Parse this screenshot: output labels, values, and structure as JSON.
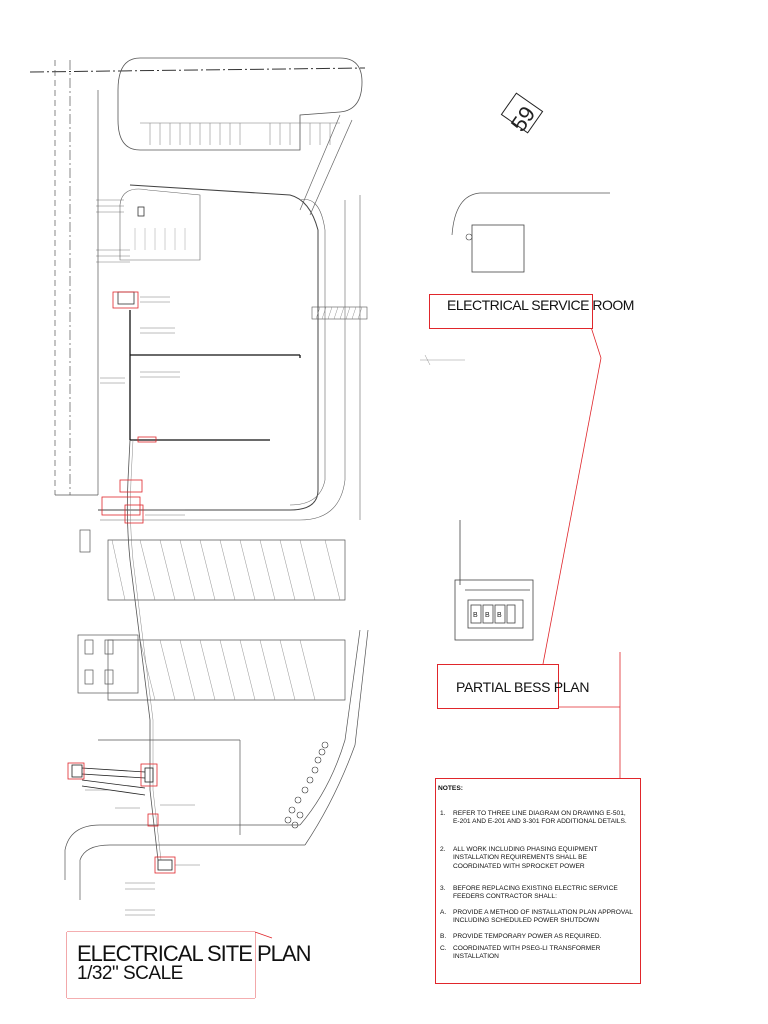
{
  "labels": {
    "service_room": "ELECTRICAL SERVICE ROOM",
    "partial_bess": "PARTIAL BESS PLAN",
    "title_line1": "ELECTRICAL SITE PLAN",
    "title_line2": "1/32\" SCALE",
    "building_number": "59"
  },
  "notes": {
    "header": "NOTES:",
    "items": [
      {
        "num": "1.",
        "text": "REFER TO THREE LINE DIAGRAM ON DRAWING E-501, E-201 AND E-201 AND 3-301 FOR ADDITIONAL DETAILS."
      },
      {
        "num": "2.",
        "text": "ALL WORK INCLUDING PHASING EQUIPMENT INSTALLATION REQUIREMENTS SHALL BE COORDINATED WITH SPROCKET POWER"
      },
      {
        "num": "3.",
        "text": "BEFORE REPLACING EXISTING ELECTRIC SERVICE FEEDERS CONTRACTOR SHALL:"
      },
      {
        "num": "A.",
        "text": "PROVIDE A METHOD OF INSTALLATION PLAN APPROVAL INCLUDING SCHEDULED POWER SHUTDOWN"
      },
      {
        "num": "B.",
        "text": "PROVIDE TEMPORARY POWER AS REQUIRED."
      },
      {
        "num": "C.",
        "text": "COORDINATED WITH PSEG-LI TRANSFORMER INSTALLATION"
      }
    ]
  },
  "colors": {
    "callout_red": "#e0262b",
    "linework": "#444444",
    "feeder": "#111111"
  }
}
